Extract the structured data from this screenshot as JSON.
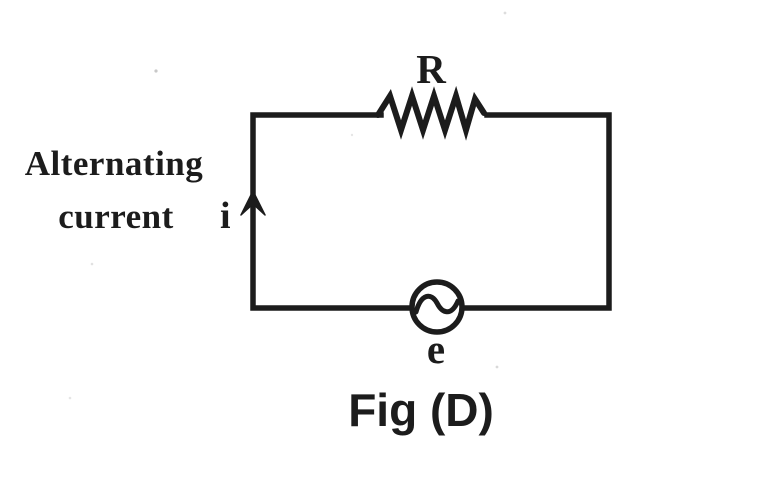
{
  "figure": {
    "caption": "Fig (D)",
    "labels": {
      "current_line1": "Alternating",
      "current_line2": "current",
      "current_symbol": "i",
      "resistor": "R",
      "emf": "e"
    },
    "components": {
      "resistor_icon": "resistor-zigzag-symbol",
      "source_icon": "ac-source-sine-symbol",
      "arrow_icon": "current-direction-up-arrow"
    },
    "colors": {
      "ink": "#1c1c1c",
      "background": "#ffffff"
    }
  }
}
